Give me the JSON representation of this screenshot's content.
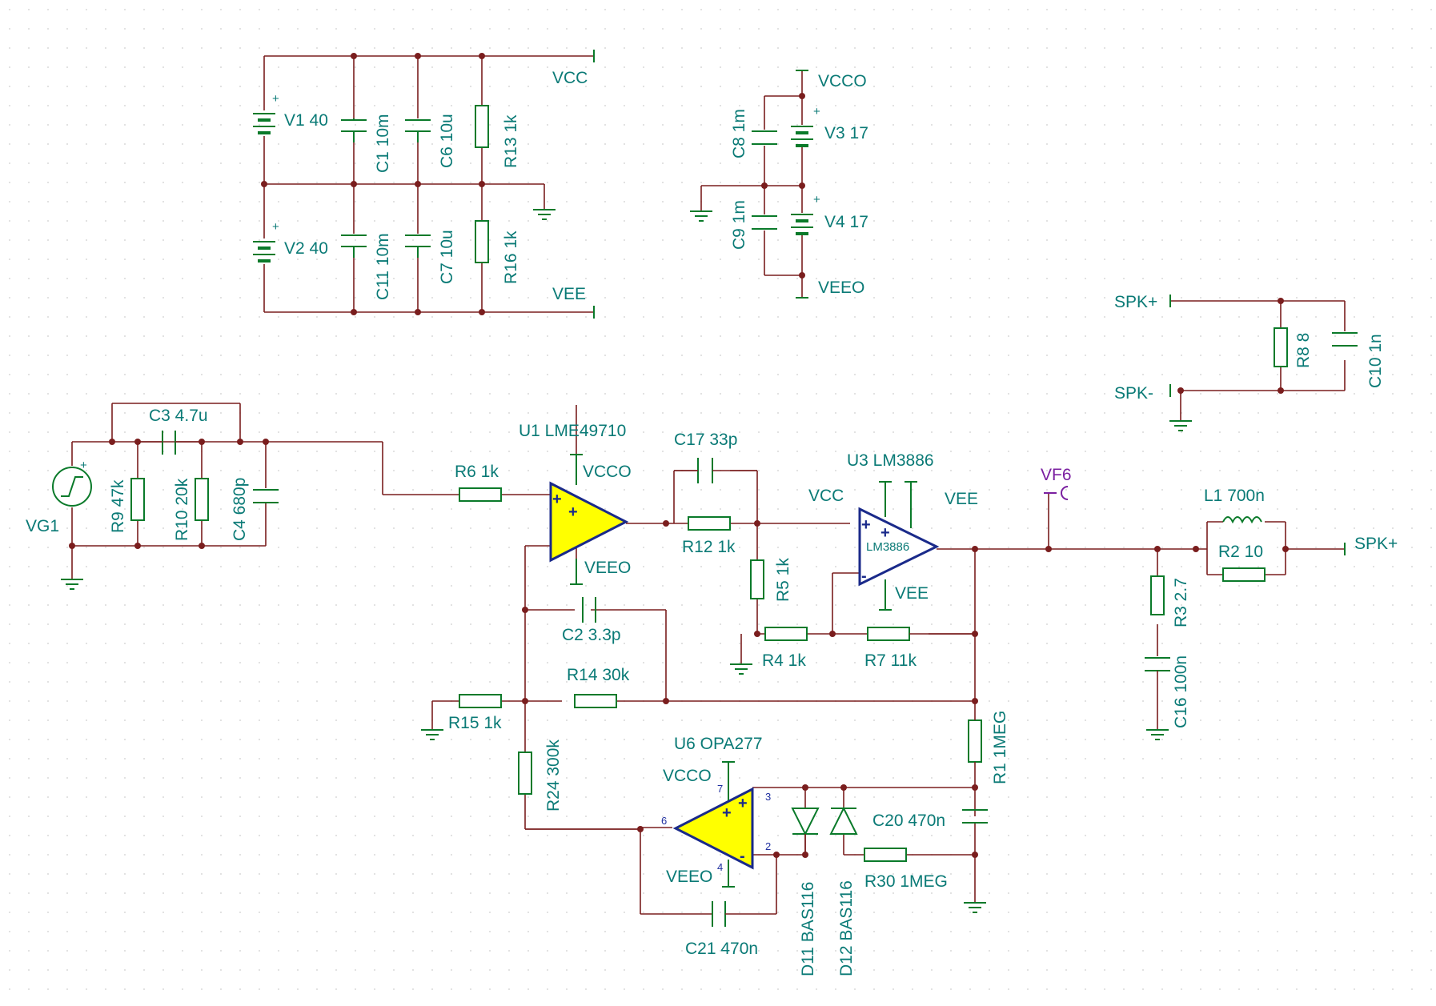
{
  "supply_top": {
    "V1": "V1 40",
    "V2": "V2 40",
    "C1": "C1 10m",
    "C6": "C6 10u",
    "R13": "R13 1k",
    "C11": "C11 10m",
    "C7": "C7 10u",
    "R16": "R16 1k",
    "vcc": "VCC",
    "vee": "VEE"
  },
  "supply_op": {
    "vcco": "VCCO",
    "veeo": "VEEO",
    "V3": "V3 17",
    "V4": "V4 17",
    "C8": "C8 1m",
    "C9": "C9 1m"
  },
  "speaker_load": {
    "spk_plus": "SPK+",
    "spk_minus": "SPK-",
    "R8": "R8 8",
    "C10": "C10 1n"
  },
  "input": {
    "VG1": "VG1",
    "R9": "R9 47k",
    "R10": "R10 20k",
    "C3": "C3 4.7u",
    "C4": "C4 680p",
    "R6": "R6 1k"
  },
  "u1": {
    "name": "U1 LME49710",
    "vcco": "VCCO",
    "veeo": "VEEO",
    "C17": "C17 33p",
    "R12": "R12 1k",
    "R5": "R5 1k",
    "C2": "C2 3.3p",
    "R14": "R14 30k",
    "R15": "R15 1k",
    "R24": "R24 300k"
  },
  "u3": {
    "name": "U3 LM3886",
    "chip": "LM3886",
    "vcc": "VCC",
    "vee_top": "VEE",
    "vee_bottom": "VEE",
    "R4": "R4 1k",
    "R7": "R7 11k"
  },
  "output": {
    "probe": "VF6",
    "L1": "L1 700n",
    "R2": "R2 10",
    "R3": "R3 2.7",
    "C16": "C16 100n",
    "spk_plus": "SPK+",
    "R1": "R1 1MEG"
  },
  "u6": {
    "name": "U6 OPA277",
    "vcco": "VCCO",
    "veeo": "VEEO",
    "pin7": "7",
    "pin3": "3",
    "pin2": "2",
    "pin6": "6",
    "pin4": "4",
    "D11": "D11 BAS116",
    "D12": "D12 BAS116",
    "C20": "C20 470n",
    "R30": "R30 1MEG",
    "C21": "C21 470n"
  },
  "colors": {
    "wire": "#7a1e1e",
    "component": "#0a7a2a",
    "label": "#0a7a76",
    "probe": "#7a1fa0",
    "opamp_fill": "#ffff00",
    "opamp_stroke": "#1a2a8a"
  }
}
